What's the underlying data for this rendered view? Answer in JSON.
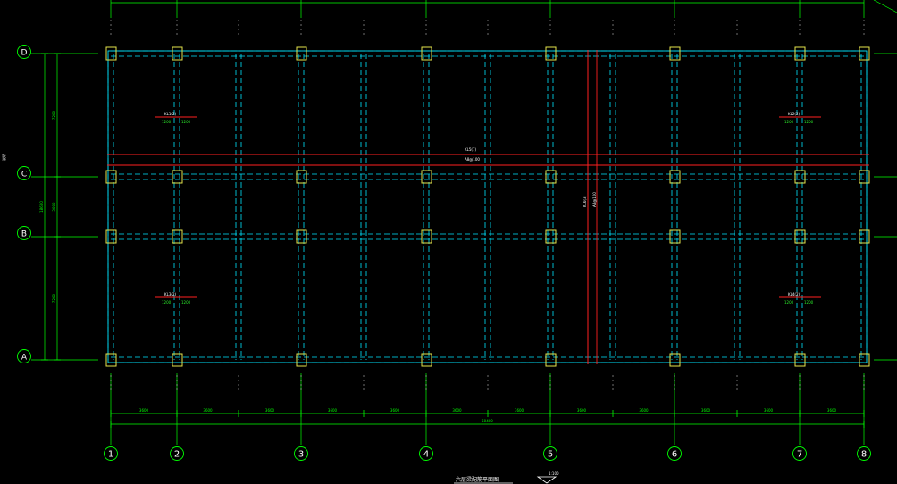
{
  "drawing": {
    "title": "六层梁配筋平面图",
    "scale_label": "1:100",
    "side_note": "说明",
    "background": "#000000",
    "colors": {
      "grid_line": "#00ff00",
      "axis_bubble": "#00ff00",
      "beam_solid": "#00e5ff",
      "beam_dashed": "#00e5ff",
      "column": "#e5e54c",
      "highlight_beam": "#ff2020",
      "annotation": "#ffffff"
    }
  },
  "axes": {
    "columns": [
      "1",
      "2",
      "3",
      "4",
      "5",
      "6",
      "7",
      "8"
    ],
    "rows": [
      "D",
      "C",
      "B",
      "A"
    ]
  },
  "dimensions": {
    "bay_spans": [
      "3600",
      "3600",
      "3600",
      "3600",
      "3600",
      "3600",
      "3600",
      "3600",
      "3600",
      "3600",
      "3600",
      "3600"
    ],
    "overall_length": "50400",
    "left_sub": [
      "7200",
      "3000",
      "7200"
    ],
    "left_total": "18600"
  },
  "annotations": {
    "beam_tag_1": "KL1(2)",
    "beam_tag_2": "KL2(2)",
    "beam_tag_3": "KL3(2)",
    "beam_tag_4": "KL4(2)",
    "section_a": "1200",
    "section_b": "1200",
    "horizontal_beam_label": "KL5(7)",
    "horizontal_beam_sub": "A8@100",
    "vertical_beam_label": "KL6(3)",
    "vertical_beam_sub": "A8@100"
  }
}
